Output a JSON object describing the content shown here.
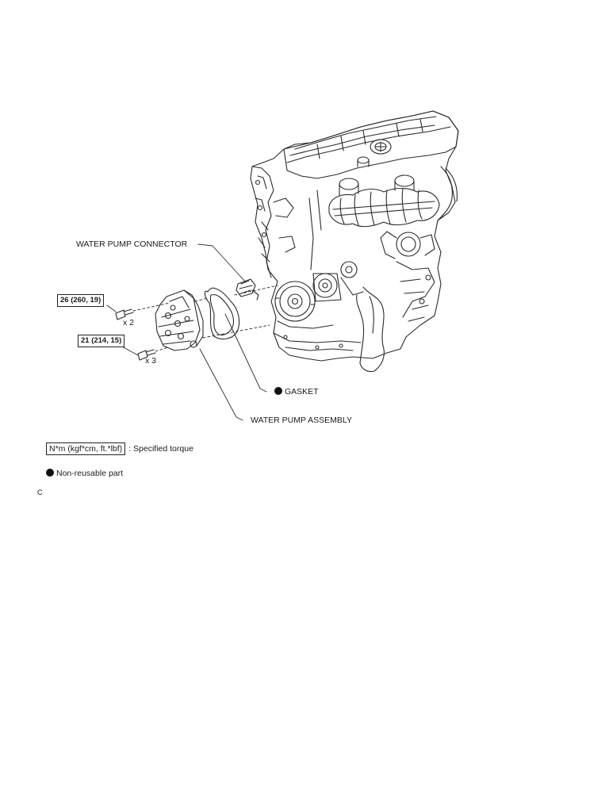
{
  "labels": {
    "water_pump_connector": "WATER PUMP CONNECTOR",
    "gasket": "GASKET",
    "water_pump_assembly": "WATER PUMP ASSEMBLY"
  },
  "bolts": [
    {
      "torque": "26 (260, 19)",
      "qty": "x 2"
    },
    {
      "torque": "21 (214, 15)",
      "qty": "x 3"
    }
  ],
  "legend": {
    "torque_unit": "N*m (kgf*cm, ft.*lbf)",
    "torque_desc": ": Specified torque",
    "nonreusable_desc": "Non-reusable part"
  },
  "footer_code": "C"
}
